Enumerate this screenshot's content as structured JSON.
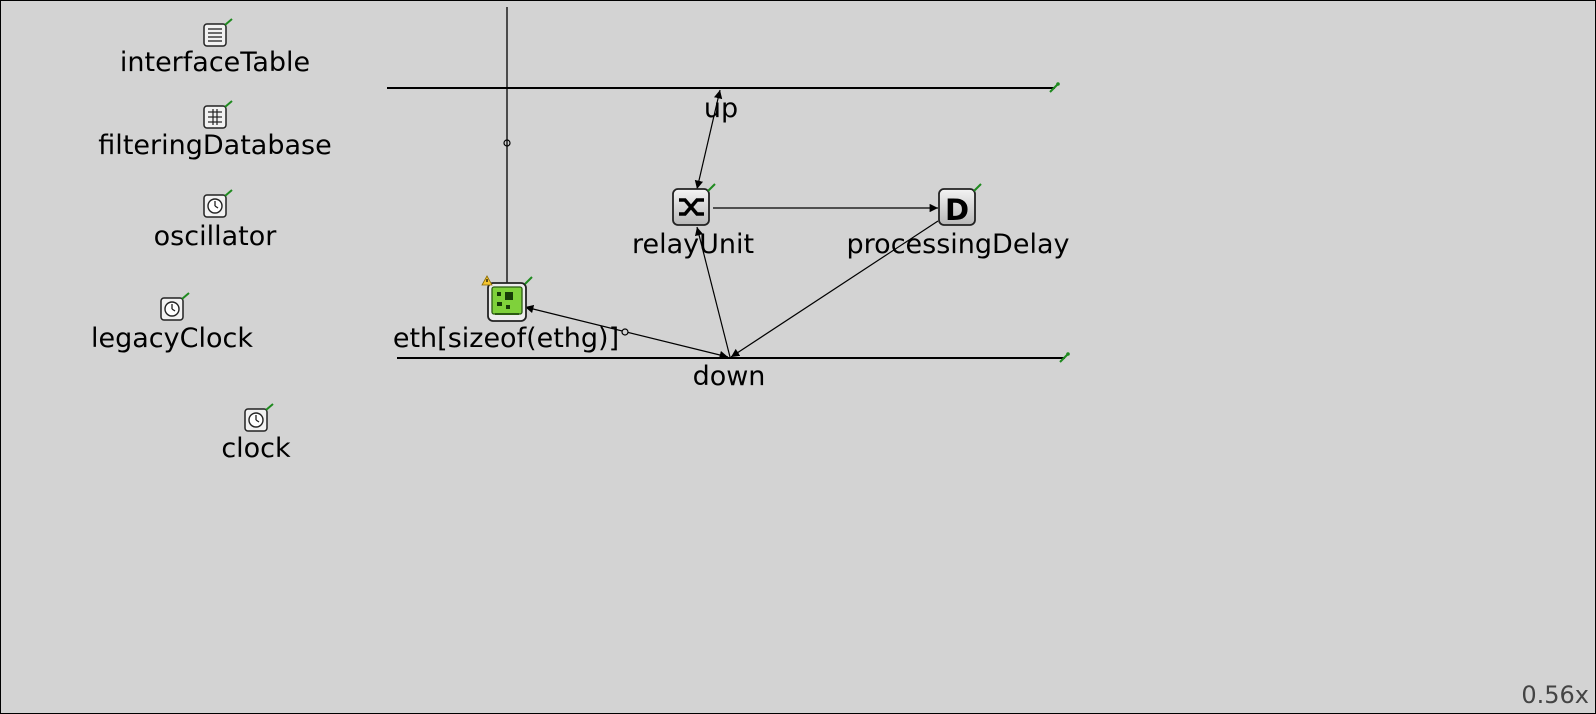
{
  "modules": {
    "interfaceTable": {
      "label": "interfaceTable",
      "icon": "table-list-icon"
    },
    "filteringDatabase": {
      "label": "filteringDatabase",
      "icon": "table-grid-icon"
    },
    "oscillator": {
      "label": "oscillator",
      "icon": "clock-icon"
    },
    "legacyClock": {
      "label": "legacyClock",
      "icon": "clock-icon"
    },
    "clock": {
      "label": "clock",
      "icon": "clock-icon"
    },
    "relayUnit": {
      "label": "relayUnit",
      "icon": "relay-switch-icon"
    },
    "processingDelay": {
      "label": "processingDelay",
      "icon": "delay-d-icon",
      "glyph": "D"
    },
    "eth": {
      "label": "eth[sizeof(ethg)]",
      "icon": "ethernet-card-icon"
    }
  },
  "buses": {
    "up": {
      "label": "up"
    },
    "down": {
      "label": "down"
    }
  },
  "status": {
    "zoom": "0.56x"
  },
  "colors": {
    "canvas": "#d3d3d3",
    "border": "#000000",
    "pin": "#1f8a1f",
    "nic_green": "#7fd13b",
    "warning": "#f4c430",
    "zoom_text": "#444444"
  }
}
